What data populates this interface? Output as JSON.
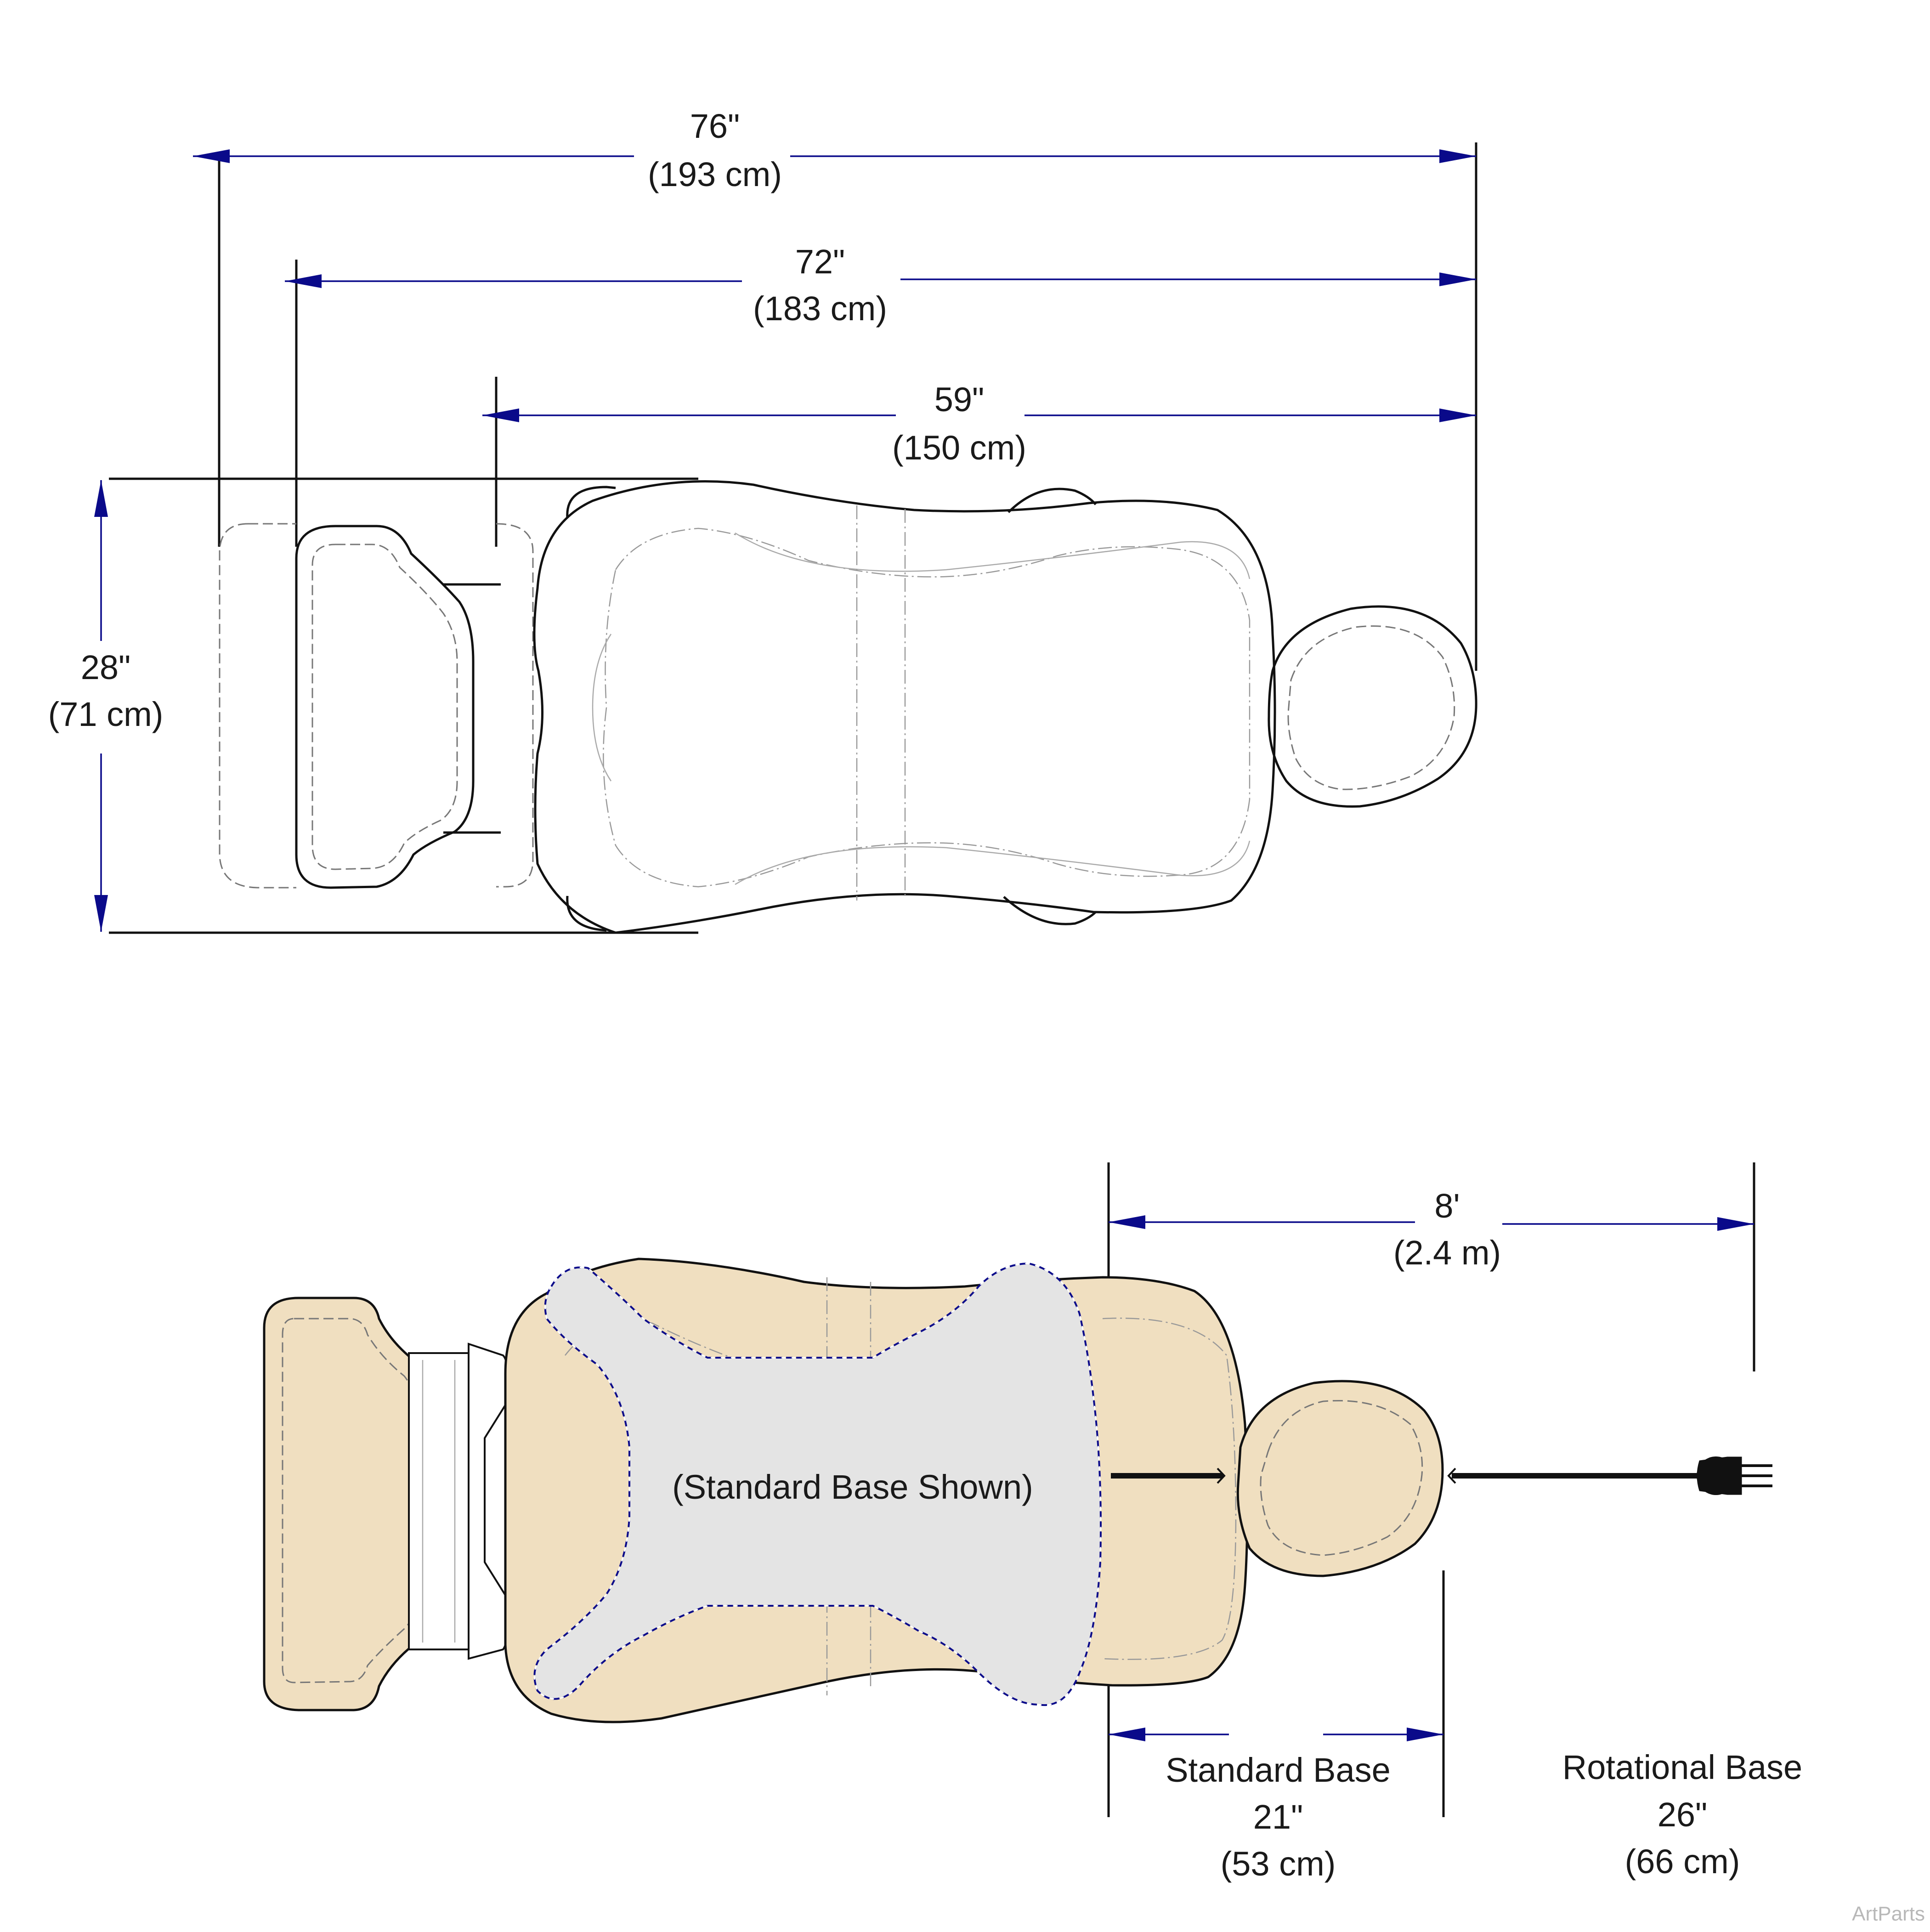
{
  "top_view": {
    "overall_length": {
      "in": "76\"",
      "cm": "(193 cm)"
    },
    "reclined_length": {
      "in": "72\"",
      "cm": "(183 cm)"
    },
    "seat_length": {
      "in": "59\"",
      "cm": "(150 cm)"
    },
    "width": {
      "in": "28\"",
      "cm": "(71 cm)"
    }
  },
  "bottom_view": {
    "cord_length": {
      "ft": "8'",
      "m": "(2.4 m)"
    },
    "base_note": "(Standard Base Shown)",
    "standard_base": {
      "name": "Standard Base",
      "in": "21\"",
      "cm": "(53 cm)"
    },
    "rotational_base": {
      "name": "Rotational Base",
      "in": "26\"",
      "cm": "(66 cm)"
    }
  },
  "watermark": "ArtParts",
  "colors": {
    "outline": "#111111",
    "dimension": "#0a0a8a",
    "upholstery": "#f0dfc0",
    "base_plate": "#e4e4e4"
  },
  "icons": [
    "plug-icon"
  ]
}
